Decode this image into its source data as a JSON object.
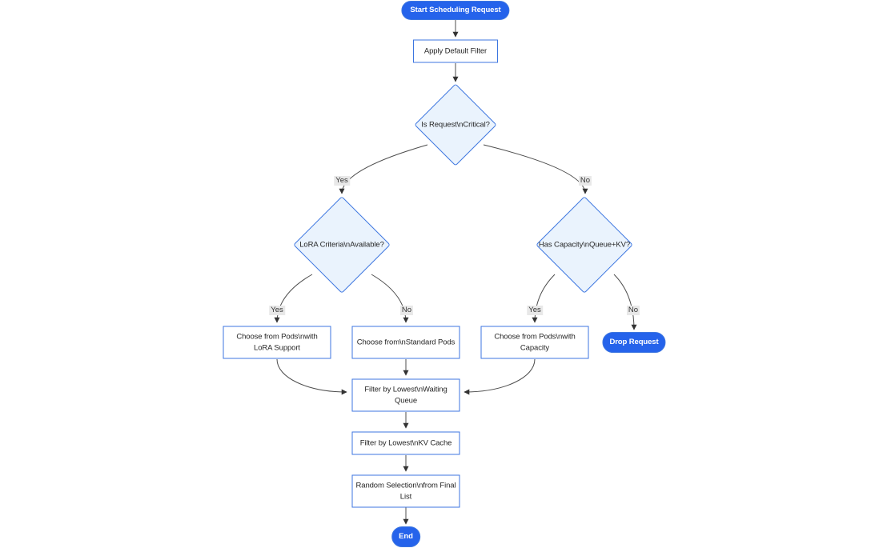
{
  "diagram": {
    "type": "flowchart",
    "nodes": {
      "start": "Start Scheduling Request",
      "apply_default_filter": "Apply Default Filter",
      "is_request_critical": "Is Request\\nCritical?",
      "lora_criteria_available": "LoRA Criteria\\nAvailable?",
      "has_capacity_queue_kv": "Has Capacity\\nQueue+KV?",
      "choose_pods_with_lora": "Choose from Pods\\nwith LoRA Support",
      "choose_from_standard_pods": "Choose from\\nStandard Pods",
      "choose_pods_with_capacity": "Choose from Pods\\nwith Capacity",
      "drop_request": "Drop Request",
      "filter_by_lowest_waiting_queue": "Filter by Lowest\\nWaiting Queue",
      "filter_by_lowest_kv_cache": "Filter by Lowest\\nKV Cache",
      "random_selection_from_final_list": "Random Selection\\nfrom Final List",
      "end": "End"
    },
    "edge_labels": {
      "is_critical_yes": "Yes",
      "is_critical_no": "No",
      "lora_yes": "Yes",
      "lora_no": "No",
      "capacity_yes": "Yes",
      "capacity_no": "No"
    },
    "colors": {
      "terminal_fill": "#2563eb",
      "terminal_text": "#ffffff",
      "node_border": "#3d76e0",
      "decision_fill": "#eaf3fd",
      "process_fill": "#ffffff",
      "node_text": "#262626",
      "edge_line": "#4d4d4d",
      "arrowhead": "#333333",
      "edge_label_bg": "#e8e8e8",
      "edge_label_text": "#333333",
      "background": "#ffffff"
    }
  }
}
